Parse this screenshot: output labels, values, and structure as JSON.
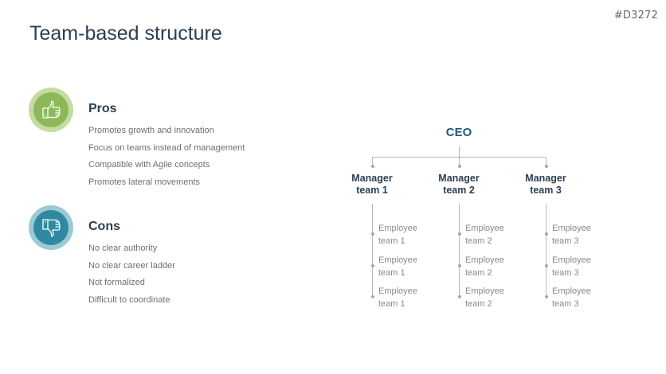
{
  "slide_id": "#D3272",
  "title": "Team-based structure",
  "pros": {
    "icon": "thumbs-up-icon",
    "heading": "Pros",
    "color_outer": "#c5dba4",
    "color_inner": "#8db85a",
    "items": [
      "Promotes growth and innovation",
      "Focus on teams instead of management",
      "Compatible with Agile concepts",
      "Promotes lateral movements"
    ]
  },
  "cons": {
    "icon": "thumbs-down-icon",
    "heading": "Cons",
    "color_outer": "#9cc9d4",
    "color_inner": "#2f8aa1",
    "items": [
      "No clear authority",
      "No clear career ladder",
      "Not formalized",
      "Difficult to coordinate"
    ]
  },
  "org_chart": {
    "root": "CEO",
    "teams": [
      {
        "manager_line1": "Manager",
        "manager_line2": "team 1",
        "employees": [
          {
            "line1": "Employee",
            "line2": "team 1"
          },
          {
            "line1": "Employee",
            "line2": "team 1"
          },
          {
            "line1": "Employee",
            "line2": "team 1"
          }
        ]
      },
      {
        "manager_line1": "Manager",
        "manager_line2": "team 2",
        "employees": [
          {
            "line1": "Employee",
            "line2": "team 2"
          },
          {
            "line1": "Employee",
            "line2": "team 2"
          },
          {
            "line1": "Employee",
            "line2": "team 2"
          }
        ]
      },
      {
        "manager_line1": "Manager",
        "manager_line2": "team 3",
        "employees": [
          {
            "line1": "Employee",
            "line2": "team 3"
          },
          {
            "line1": "Employee",
            "line2": "team 3"
          },
          {
            "line1": "Employee",
            "line2": "team 3"
          }
        ]
      }
    ]
  }
}
